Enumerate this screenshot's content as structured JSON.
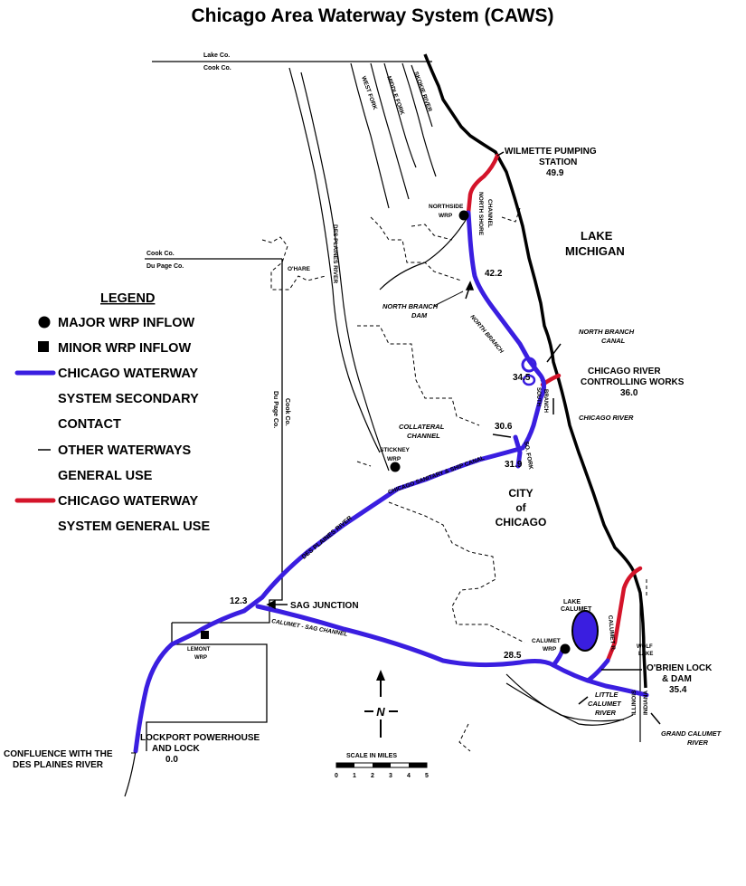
{
  "title": "Chicago Area Waterway System (CAWS)",
  "counties": {
    "lake": "Lake Co.",
    "cook_top": "Cook Co.",
    "cook_left": "Cook Co.",
    "dupage_left": "Du Page Co.",
    "dupage_vert": "Du Page Co.",
    "cook_vert": "Cook Co."
  },
  "legend": {
    "heading": "LEGEND",
    "major": "MAJOR WRP INFLOW",
    "minor": "MINOR WRP INFLOW",
    "cw_secondary_1": "CHICAGO WATERWAY",
    "cw_secondary_2": "SYSTEM SECONDARY",
    "cw_secondary_3": "CONTACT",
    "other_1": "OTHER WATERWAYS",
    "other_2": "GENERAL USE",
    "cw_general_1": "CHICAGO WATERWAY",
    "cw_general_2": "SYSTEM GENERAL USE"
  },
  "labels": {
    "lake_1": "LAKE",
    "lake_2": "MICHIGAN",
    "wilmette_1": "WILMETTE PUMPING",
    "wilmette_2": "STATION",
    "wilmette_mile": "49.9",
    "northside_1": "NORTHSIDE",
    "northside_2": "WRP",
    "north_shore_1": "NORTH SHORE",
    "north_shore_2": "CHANNEL",
    "mile_42": "42.2",
    "nb_dam_1": "NORTH BRANCH",
    "nb_dam_2": "DAM",
    "north_branch": "NORTH BRANCH",
    "nb_canal_1": "NORTH BRANCH",
    "nb_canal_2": "CANAL",
    "mile_345": "34.5",
    "crcw_1": "CHICAGO RIVER",
    "crcw_2": "CONTROLLING WORKS",
    "crcw_mile": "36.0",
    "south_branch_1": "SOUTH",
    "south_branch_2": "BRANCH",
    "chicago_river": "CHICAGO RIVER",
    "collateral_1": "COLLATERAL",
    "collateral_2": "CHANNEL",
    "mile_306": "30.6",
    "stickney_1": "STICKNEY",
    "stickney_2": "WRP",
    "so_fork": "SO. FORK",
    "mile_319": "31.9",
    "ship_canal": "CHICAGO SANITARY & SHIP CANAL",
    "city_1": "CITY",
    "city_2": "of",
    "city_3": "CHICAGO",
    "des_plaines_river": "DES PLAINES RIVER",
    "des_plaines_upper": "DES PLAINES RIVER",
    "ohare": "O'HARE",
    "west_fork": "WEST FORK",
    "middle_fork": "MIDDLE FORK",
    "skokie_river": "SKOKIE RIVER",
    "sag_junction": "SAG JUNCTION",
    "mile_123": "12.3",
    "cal_sag": "CALUMET - SAG CHANNEL",
    "lemont_1": "LEMONT",
    "lemont_2": "WRP",
    "lake_calumet_1": "LAKE",
    "lake_calumet_2": "CALUMET",
    "calumet_river": "CALUMET R.",
    "calumet_wrp_1": "CALUMET",
    "calumet_wrp_2": "WRP",
    "mile_285": "28.5",
    "wolf_lake_1": "WOLF",
    "wolf_lake_2": "LAKE",
    "obrien_1": "O'BRIEN LOCK",
    "obrien_2": "& DAM",
    "obrien_mile": "35.4",
    "little_cal_1": "LITTLE",
    "little_cal_2": "CALUMET",
    "little_cal_3": "RIVER",
    "illinois": "ILLINOIS",
    "indiana": "INDIANA",
    "grand_cal_1": "GRAND CALUMET",
    "grand_cal_2": "RIVER",
    "lockport_1": "LOCKPORT POWERHOUSE",
    "lockport_2": "AND LOCK",
    "lockport_mile": "0.0",
    "confluence_1": "CONFLUENCE WITH THE",
    "confluence_2": "DES PLAINES RIVER",
    "north": "N",
    "scale_title": "SCALE IN MILES",
    "scale_ticks": [
      "0",
      "1",
      "2",
      "3",
      "4",
      "5"
    ]
  },
  "colors": {
    "secondary_contact": "#3a1ee0",
    "general_use": "#d4142a",
    "other": "#000000"
  }
}
